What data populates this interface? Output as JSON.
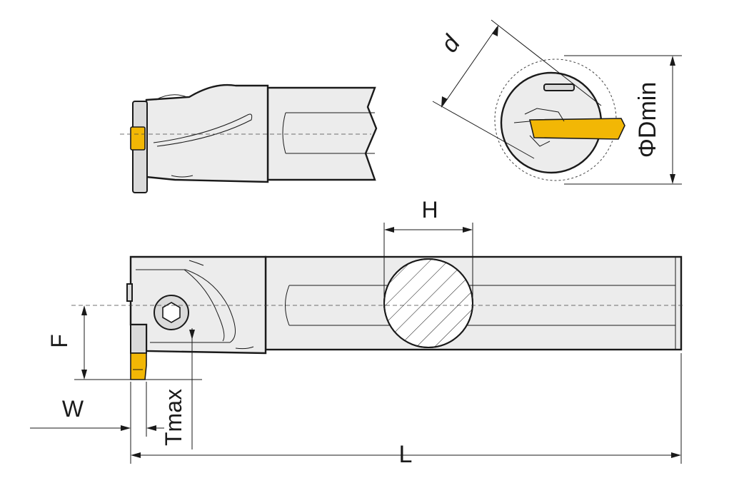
{
  "labels": {
    "h": "H",
    "d": "d",
    "dmin": "ΦDmin",
    "f": "F",
    "w": "W",
    "tmax": "Tmax",
    "l": "L"
  },
  "colors": {
    "insert": "#f2b705",
    "body": "#ececec",
    "outline": "#1a1a1a"
  }
}
